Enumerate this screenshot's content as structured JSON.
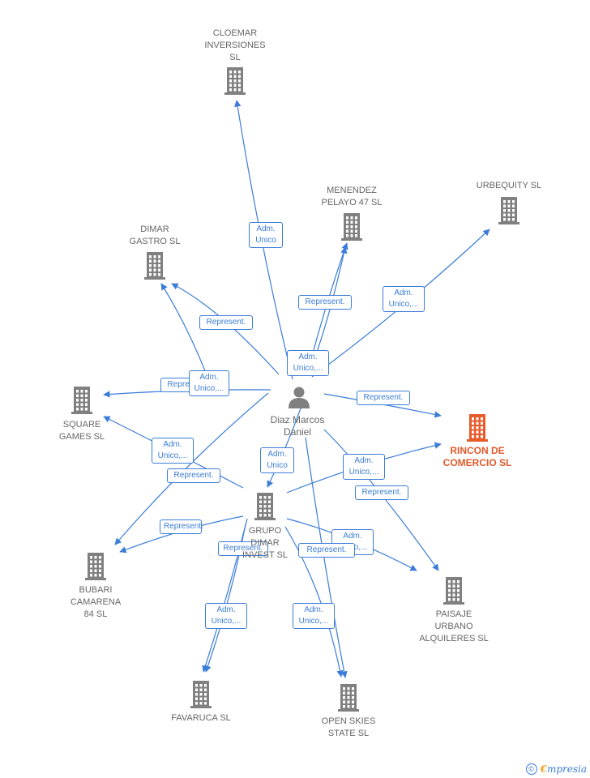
{
  "colors": {
    "edge": "#3b7dd8",
    "company": "#808080",
    "highlight": "#e85c2c",
    "person": "#808080"
  },
  "person": {
    "label": "Diaz Marcos\nDaniel",
    "icon": "person-icon"
  },
  "companies": [
    {
      "id": "cloemar",
      "label": "CLOEMAR\nINVERSIONES\nSL"
    },
    {
      "id": "menendez",
      "label": "MENENDEZ\nPELAYO 47  SL"
    },
    {
      "id": "urbequity",
      "label": "URBEQUITY  SL"
    },
    {
      "id": "dimar",
      "label": "DIMAR\nGASTRO  SL"
    },
    {
      "id": "square",
      "label": "SQUARE\nGAMES  SL"
    },
    {
      "id": "rincon",
      "label": "RINCON DE\nCOMERCIO  SL",
      "highlight": true
    },
    {
      "id": "grupo",
      "label": "GRUPO\nDIMAR\nINVEST  SL"
    },
    {
      "id": "bubari",
      "label": "BUBARI\nCAMARENA\n84  SL"
    },
    {
      "id": "paisaje",
      "label": "PAISAJE\nURBANO\nALQUILERES  SL"
    },
    {
      "id": "favaruca",
      "label": "FAVARUCA  SL"
    },
    {
      "id": "openskies",
      "label": "OPEN SKIES\nSTATE  SL"
    }
  ],
  "edges": [
    {
      "label": "Adm.\nUnico"
    },
    {
      "label": "Represent."
    },
    {
      "label": "Adm.\nUnico,..."
    },
    {
      "label": "Adm.\nUnico,..."
    },
    {
      "label": "Represent."
    },
    {
      "label": "Adm.\nUnico,..."
    },
    {
      "label": "Represent."
    },
    {
      "label": "Represent."
    },
    {
      "label": "Adm.\nUnico,..."
    },
    {
      "label": "Represent."
    },
    {
      "label": "Adm.\nUnico"
    },
    {
      "label": "Adm.\nUnico,..."
    },
    {
      "label": "Represent."
    },
    {
      "label": "Represent."
    },
    {
      "label": "Adm.\nUnico,..."
    },
    {
      "label": "Represent."
    },
    {
      "label": "Adm.\nUnico,..."
    },
    {
      "label": "Adm.\nUnico,..."
    },
    {
      "label": "Represent."
    }
  ],
  "footer": {
    "copyright": "©",
    "brand_initial": "€",
    "brand_rest": "mpresia"
  }
}
